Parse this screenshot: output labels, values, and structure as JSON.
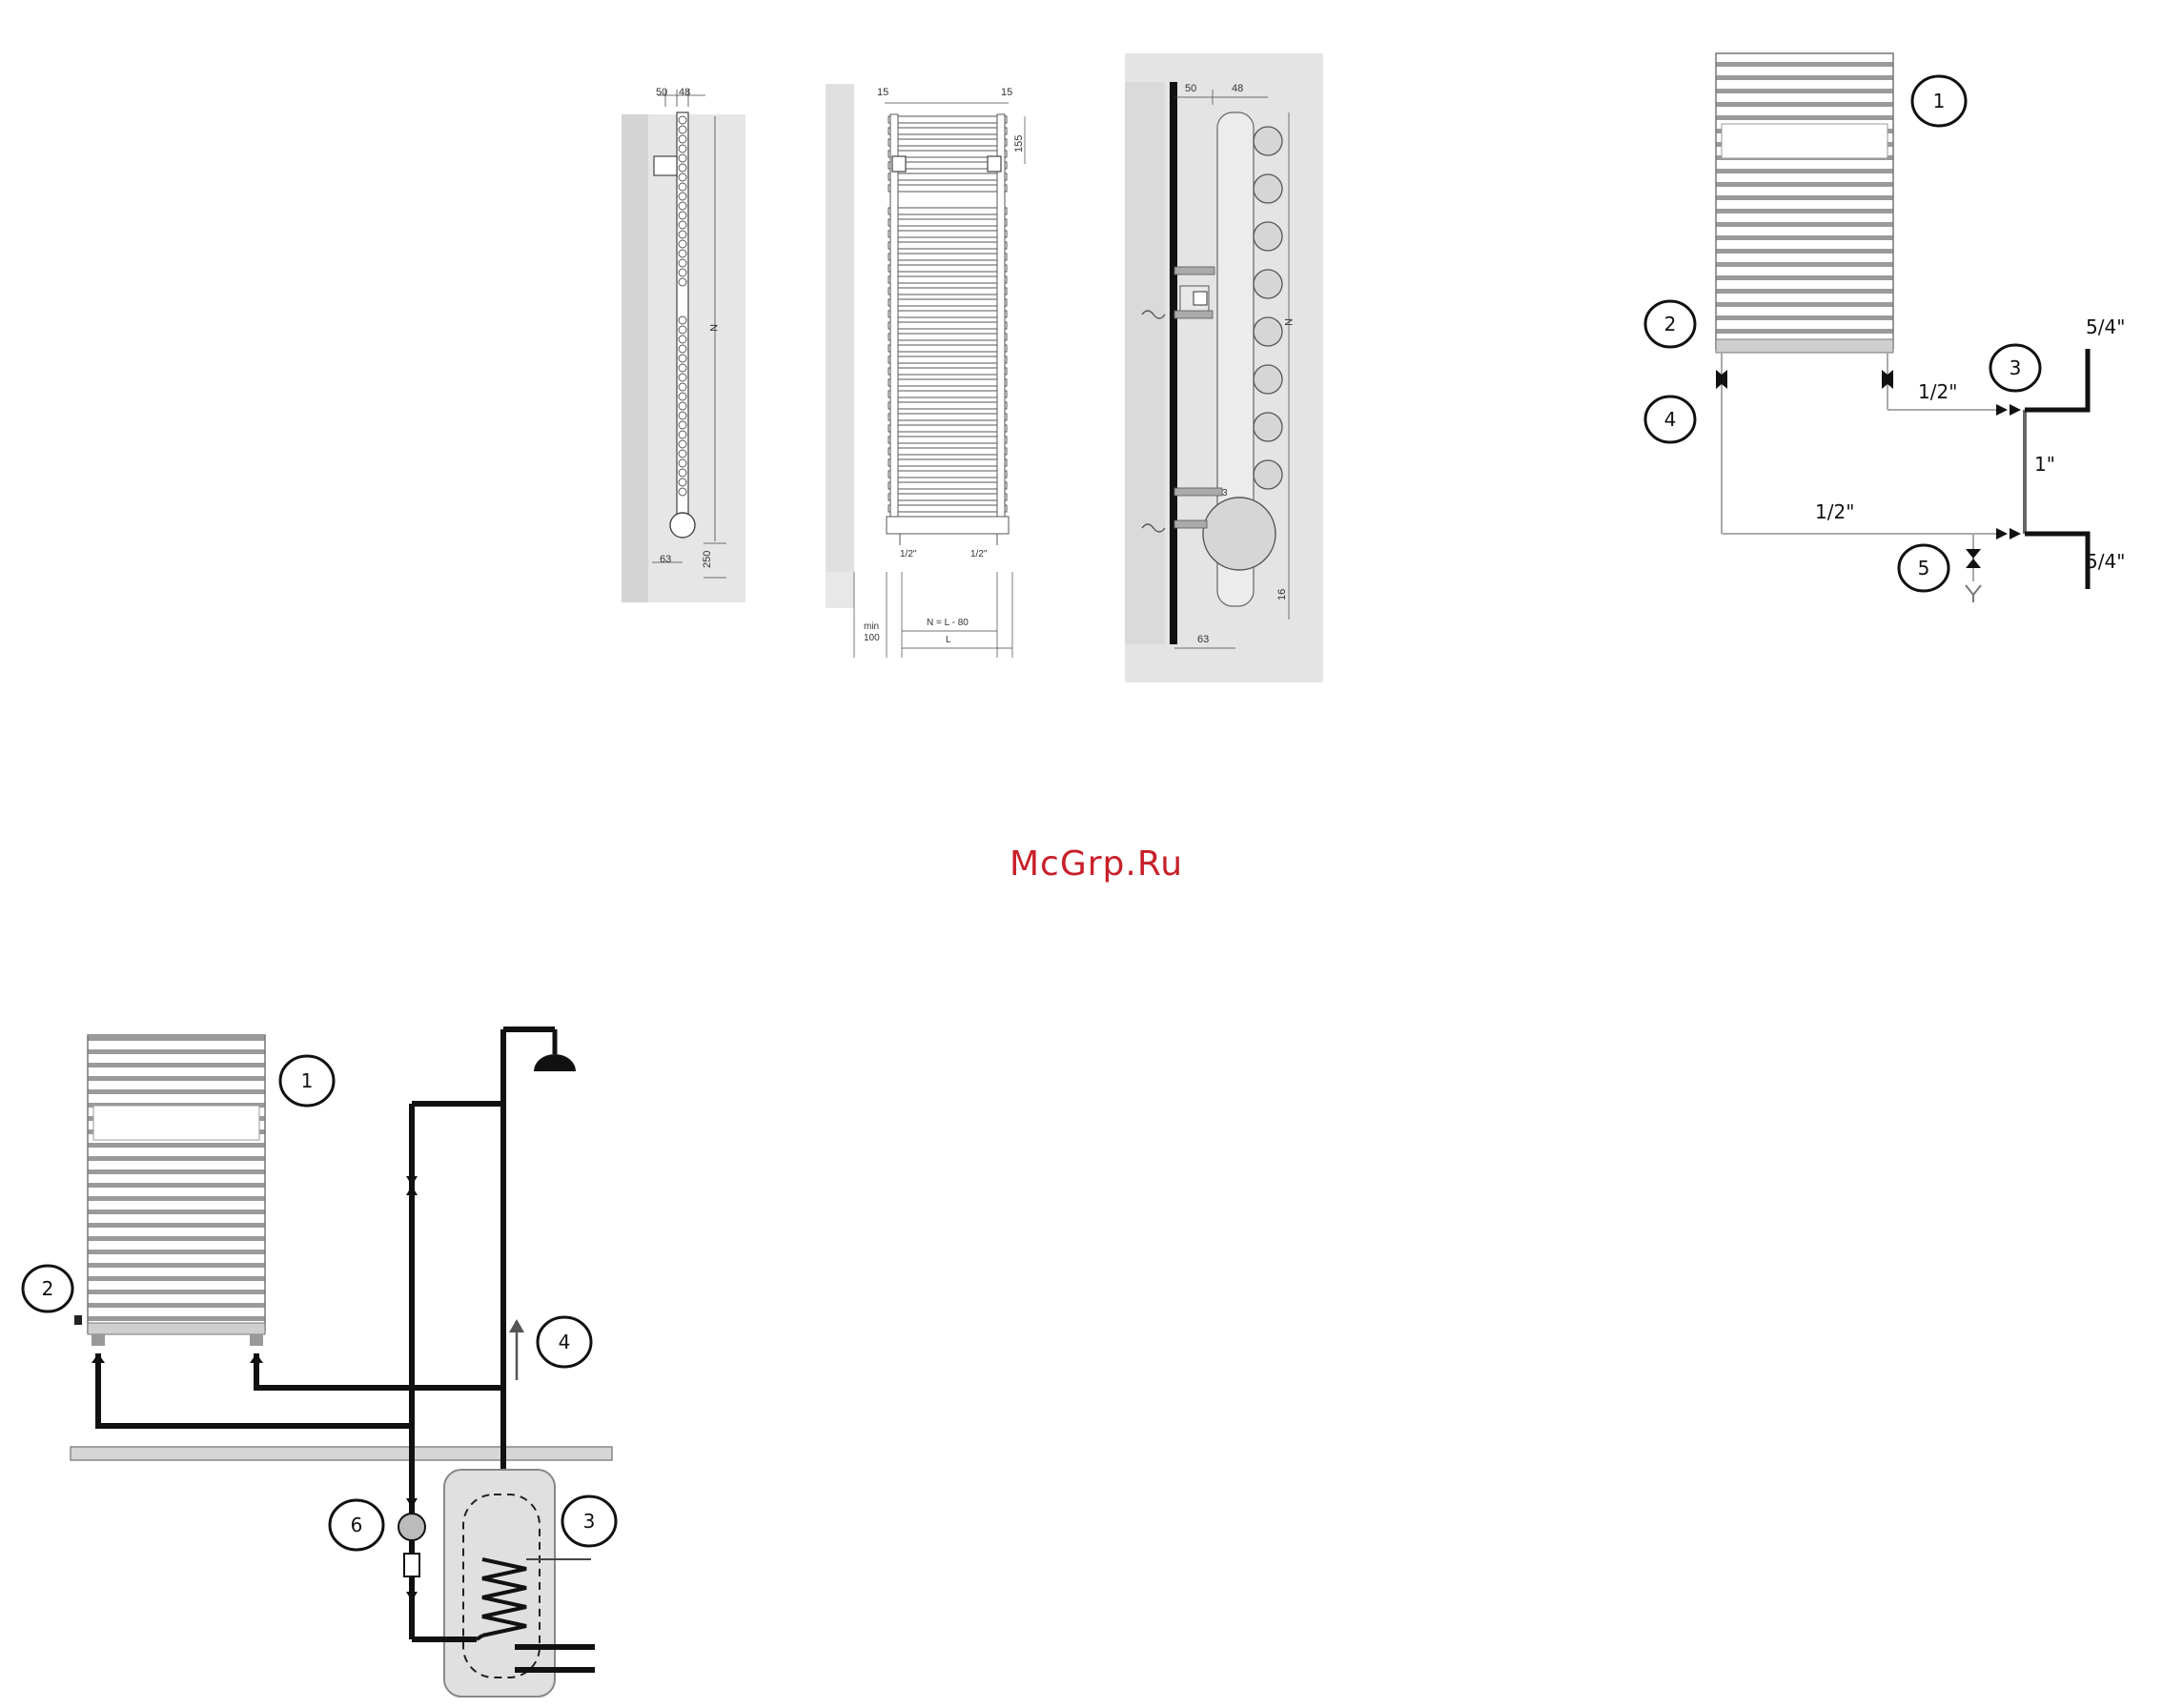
{
  "watermark": "McGrp.Ru",
  "side_view": {
    "dim_top_left": "50",
    "dim_top_right": "48",
    "dim_height": "N",
    "dim_bottom_offset": "250",
    "dim_bottom": "63"
  },
  "front_view": {
    "dim_top_left": "15",
    "dim_top_right": "15",
    "dim_top_height": "155",
    "pipe_left": "1/2\"",
    "pipe_right": "1/2\"",
    "dim_min": "min",
    "dim_min_value": "100",
    "dim_n": "N = L - 80",
    "dim_l": "L"
  },
  "mount_view": {
    "dim_top_left": "50",
    "dim_top_right": "48",
    "dim_height": "N",
    "dim_small": "3",
    "dim_bottom_right": "16",
    "dim_bottom": "63"
  },
  "scheme_a": {
    "callouts": [
      "1",
      "2",
      "3",
      "4",
      "5"
    ],
    "labels": {
      "pipe_half_top": "1/2\"",
      "pipe_half_bottom": "1/2\"",
      "pipe_one": "1\"",
      "riser_top": "5/4\"",
      "riser_bottom": "5/4\""
    }
  },
  "scheme_b": {
    "callouts": [
      "1",
      "2",
      "4",
      "6",
      "3"
    ]
  }
}
